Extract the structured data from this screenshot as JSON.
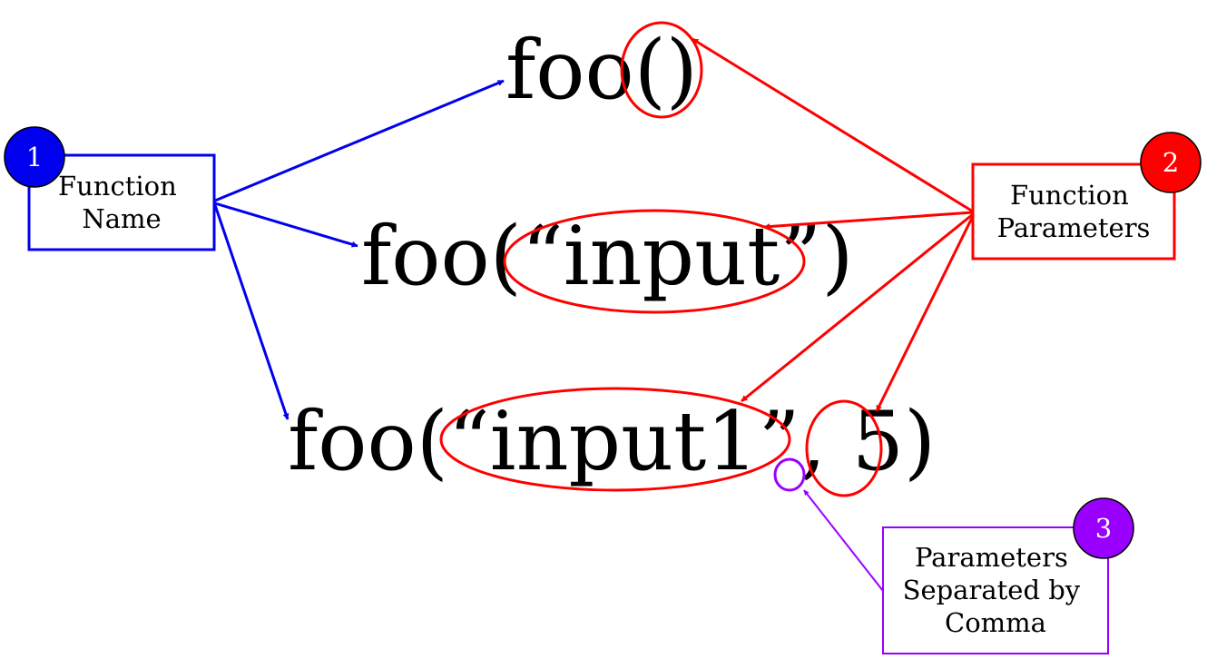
{
  "code_lines": [
    {
      "prefix": "foo",
      "body": "()"
    },
    {
      "prefix": "foo",
      "body": "(“input”)"
    },
    {
      "prefix": "foo",
      "body": "(“input1”, 5)"
    }
  ],
  "callouts": {
    "name": {
      "number": "1",
      "line1": "Function",
      "line2": "Name"
    },
    "params": {
      "number": "2",
      "line1": "Function",
      "line2": "Parameters"
    },
    "comma": {
      "number": "3",
      "line1": "Parameters",
      "line2": "Separated by",
      "line3": "Comma"
    }
  },
  "colors": {
    "name": "#0000ee",
    "params": "#ff0000",
    "comma": "#9900ff",
    "text": "#000000"
  }
}
